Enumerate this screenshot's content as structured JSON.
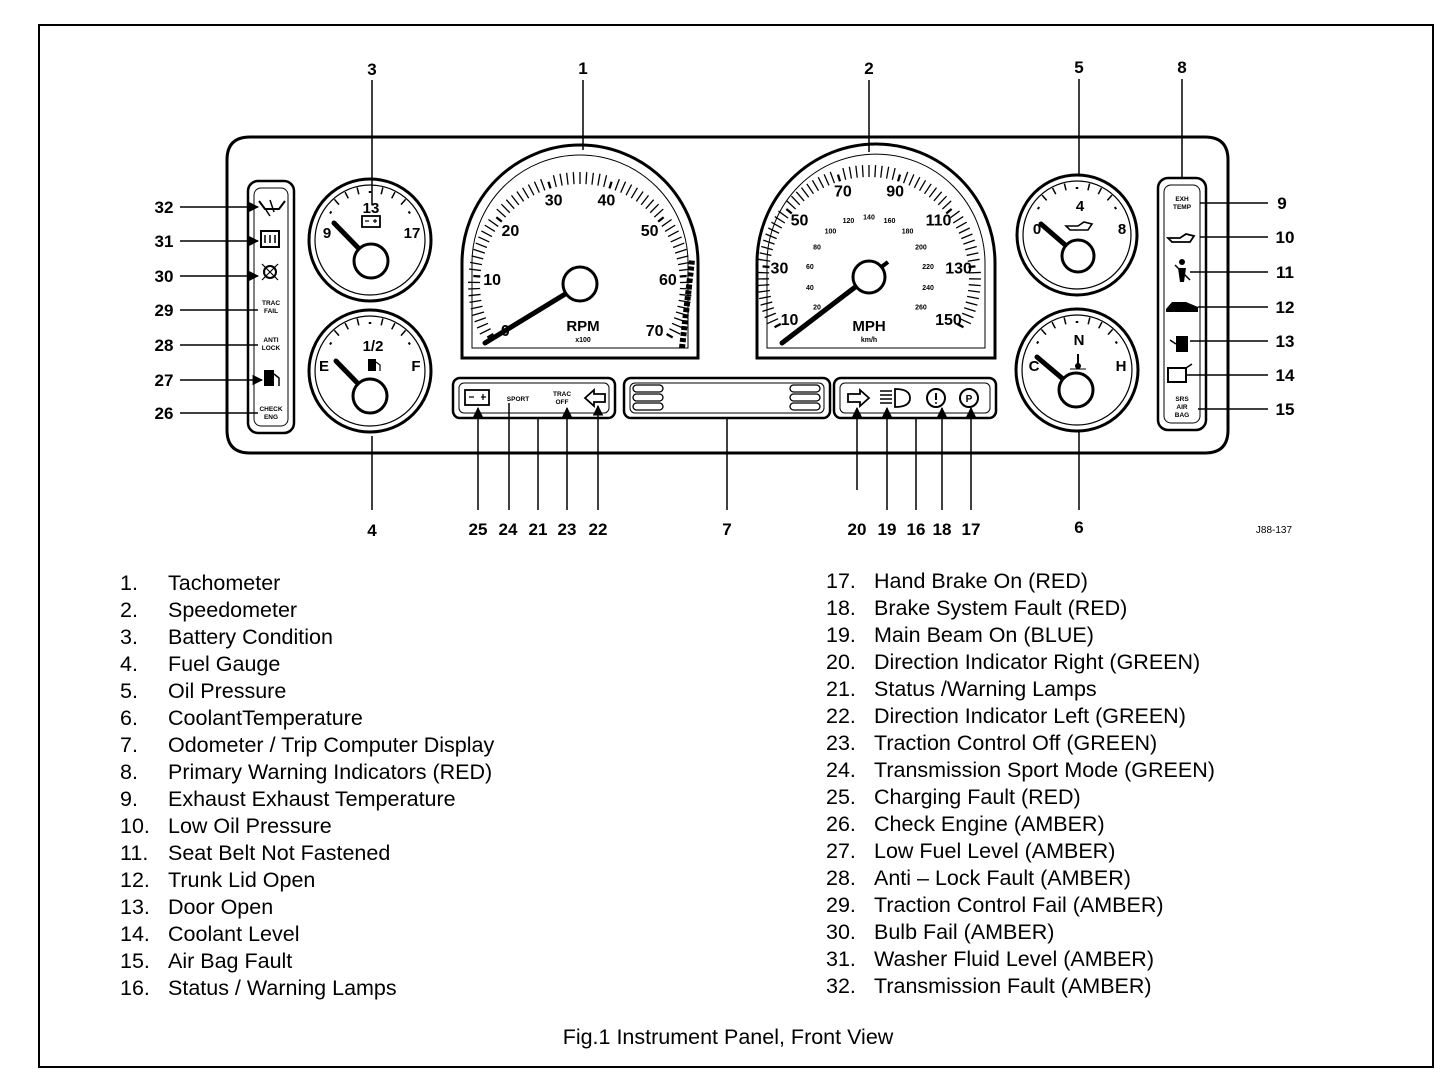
{
  "figure": {
    "caption": "Fig.1  Instrument Panel, Front View",
    "ref_code": "J88-137"
  },
  "callouts": {
    "c1": "1",
    "c2": "2",
    "c3": "3",
    "c4": "4",
    "c5": "5",
    "c6": "6",
    "c7": "7",
    "c8": "8",
    "c9": "9",
    "c10": "10",
    "c11": "11",
    "c12": "12",
    "c13": "13",
    "c14": "14",
    "c15": "15",
    "c16": "16",
    "c17": "17",
    "c18": "18",
    "c19": "19",
    "c20": "20",
    "c21": "21",
    "c22": "22",
    "c23": "23",
    "c24": "24",
    "c25": "25",
    "c26": "26",
    "c27": "27",
    "c28": "28",
    "c29": "29",
    "c30": "30",
    "c31": "31",
    "c32": "32"
  },
  "gauges": {
    "battery": {
      "min": "9",
      "mid": "13",
      "max": "17"
    },
    "fuel": {
      "empty": "E",
      "half": "1/2",
      "full": "F"
    },
    "tacho": {
      "labels": [
        "0",
        "10",
        "20",
        "30",
        "40",
        "50",
        "60",
        "70"
      ],
      "unit": "RPM",
      "multiplier": "x100"
    },
    "speedo": {
      "labels": [
        "10",
        "30",
        "50",
        "70",
        "90",
        "110",
        "130",
        "150"
      ],
      "kmh": [
        "20",
        "40",
        "60",
        "80",
        "100",
        "120",
        "140",
        "160",
        "180",
        "200",
        "220",
        "240",
        "260"
      ],
      "unit": "MPH",
      "sub": "km/h"
    },
    "oil": {
      "min": "0",
      "mid": "4",
      "max": "8"
    },
    "coolant": {
      "min": "C",
      "mid": "N",
      "max": "H"
    }
  },
  "lamps": {
    "trac_fail": [
      "TRAC",
      "FAIL"
    ],
    "anti_lock": [
      "ANTI",
      "LOCK"
    ],
    "check_eng": [
      "CHECK",
      "ENG"
    ],
    "exh_temp": [
      "EXH",
      "TEMP"
    ],
    "srs_airbag": [
      "SRS",
      "AIR",
      "BAG"
    ],
    "sport": "SPORT",
    "trac_off": [
      "TRAC",
      "OFF"
    ]
  },
  "legend_left": [
    {
      "num": "1.",
      "label": "Tachometer"
    },
    {
      "num": "2.",
      "label": "Speedometer"
    },
    {
      "num": "3.",
      "label": "Battery Condition"
    },
    {
      "num": "4.",
      "label": "Fuel Gauge"
    },
    {
      "num": "5.",
      "label": "Oil Pressure"
    },
    {
      "num": "6.",
      "label": "CoolantTemperature"
    },
    {
      "num": "7.",
      "label": "Odometer / Trip Computer Display"
    },
    {
      "num": "8.",
      "label": "Primary Warning Indicators (RED)"
    },
    {
      "num": "9.",
      "label": "Exhaust Exhaust Temperature"
    },
    {
      "num": "10.",
      "label": "Low Oil Pressure"
    },
    {
      "num": "11.",
      "label": "Seat Belt Not Fastened"
    },
    {
      "num": "12.",
      "label": "Trunk Lid Open"
    },
    {
      "num": "13.",
      "label": "Door Open"
    },
    {
      "num": "14.",
      "label": "Coolant Level"
    },
    {
      "num": "15.",
      "label": "Air Bag Fault"
    },
    {
      "num": "16.",
      "label": "Status / Warning Lamps"
    }
  ],
  "legend_right": [
    {
      "num": "17.",
      "label": "Hand Brake On (RED)"
    },
    {
      "num": "18.",
      "label": "Brake System Fault (RED)"
    },
    {
      "num": "19.",
      "label": "Main Beam On (BLUE)"
    },
    {
      "num": "20.",
      "label": "Direction Indicator Right (GREEN)"
    },
    {
      "num": "21.",
      "label": "Status /Warning Lamps"
    },
    {
      "num": "22.",
      "label": "Direction Indicator Left (GREEN)"
    },
    {
      "num": "23.",
      "label": "Traction Control Off (GREEN)"
    },
    {
      "num": "24.",
      "label": "Transmission Sport Mode (GREEN)"
    },
    {
      "num": "25.",
      "label": "Charging Fault (RED)"
    },
    {
      "num": "26.",
      "label": "Check Engine (AMBER)"
    },
    {
      "num": "27.",
      "label": "Low Fuel Level (AMBER)"
    },
    {
      "num": "28.",
      "label": "Anti – Lock Fault (AMBER)"
    },
    {
      "num": "29.",
      "label": "Traction Control Fail (AMBER)"
    },
    {
      "num": "30.",
      "label": "Bulb Fail (AMBER)"
    },
    {
      "num": "31.",
      "label": "Washer Fluid Level (AMBER)"
    },
    {
      "num": "32.",
      "label": "Transmission Fault (AMBER)"
    }
  ]
}
